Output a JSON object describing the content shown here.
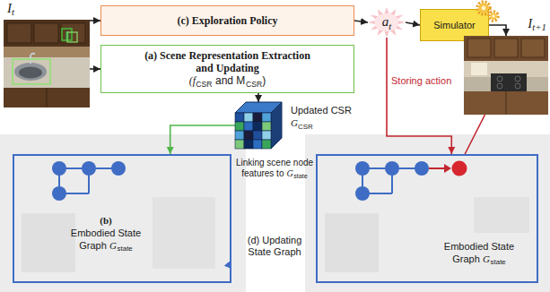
{
  "diagram": {
    "nodes": [
      {
        "text": [
          "I",
          "t"
        ]
      },
      {
        "text": [
          "(c) Exploration Policy"
        ]
      },
      {
        "text": [
          "(a) Scene Representation Extraction and Updating",
          "(f",
          "CSR",
          "and M",
          "CSR",
          ")"
        ]
      },
      {
        "text": [
          "a",
          "t"
        ]
      },
      {
        "text": [
          "Simulator"
        ]
      },
      {
        "text": [
          "I",
          "t+1"
        ]
      },
      {
        "text": [
          "Updated CSR",
          "G",
          "CSR"
        ]
      },
      {
        "text": [
          "(b)",
          "Embodied State Graph",
          "G",
          "state"
        ]
      },
      {
        "text": [
          "Embodied State Graph",
          "G",
          "state"
        ]
      }
    ],
    "edges": [
      {
        "from": 0,
        "to": 1,
        "arrow": "to"
      },
      {
        "from": 0,
        "to": 2,
        "arrow": "to"
      },
      {
        "from": 1,
        "to": 3,
        "arrow": "to"
      },
      {
        "from": 3,
        "to": 4,
        "arrow": "to"
      },
      {
        "from": 4,
        "to": 5,
        "arrow": "to"
      },
      {
        "from": 2,
        "to": 6,
        "arrow": "to"
      },
      {
        "from": 6,
        "to": 7,
        "arrow": "to"
      },
      {
        "from": 3,
        "to": 8,
        "arrow": "to",
        "label": "Storing action"
      },
      {
        "from": 0,
        "to": 7,
        "arrow": "none"
      },
      {
        "from": 5,
        "to": 8,
        "arrow": "none"
      },
      {
        "from": 7,
        "to": 8,
        "arrow": "to",
        "label": "(d) Updating State Graph"
      }
    ],
    "labels": [
      "Linking scene node features to",
      "G",
      "state"
    ]
  }
}
